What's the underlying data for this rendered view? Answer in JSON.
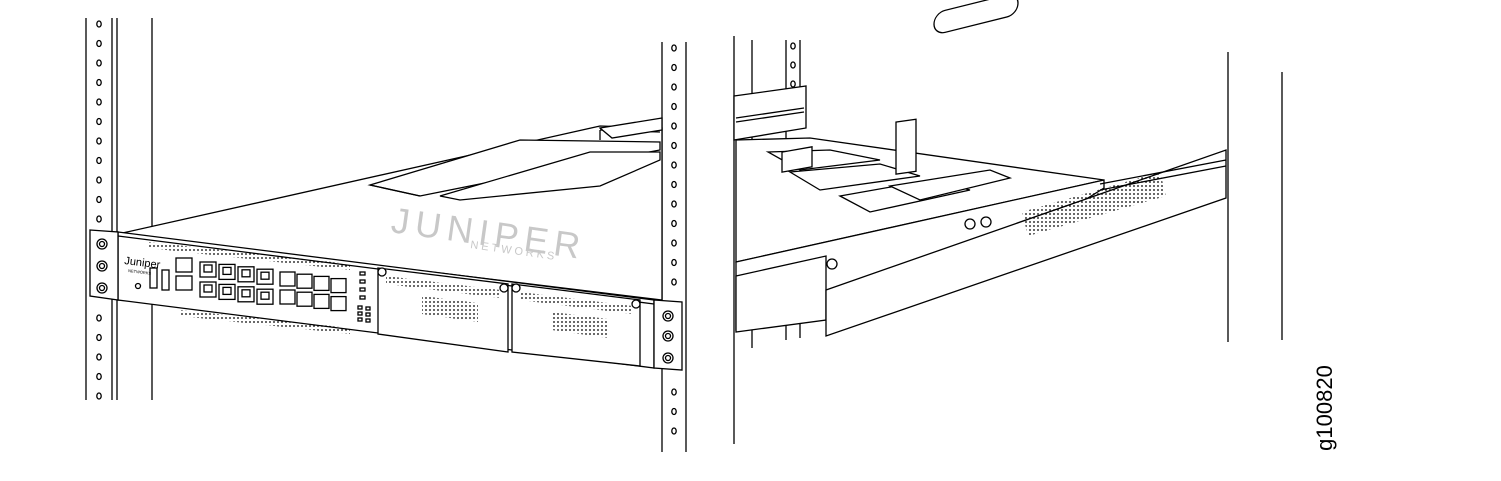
{
  "figure": {
    "id_label": "g100820"
  },
  "device": {
    "brand_logo": "Juniper",
    "sub_brand": "NETWORKS",
    "top_logo": "JUNIPER",
    "top_sub_logo": "NETWORKS"
  },
  "colors": {
    "line": "#000000",
    "background": "#ffffff",
    "logo_gray": "#c8c8c8"
  },
  "icons": [
    "rack-hole-icon",
    "mounting-screw-icon",
    "ethernet-port-icon",
    "sfp-port-icon",
    "usb-port-icon",
    "status-led-icon"
  ]
}
